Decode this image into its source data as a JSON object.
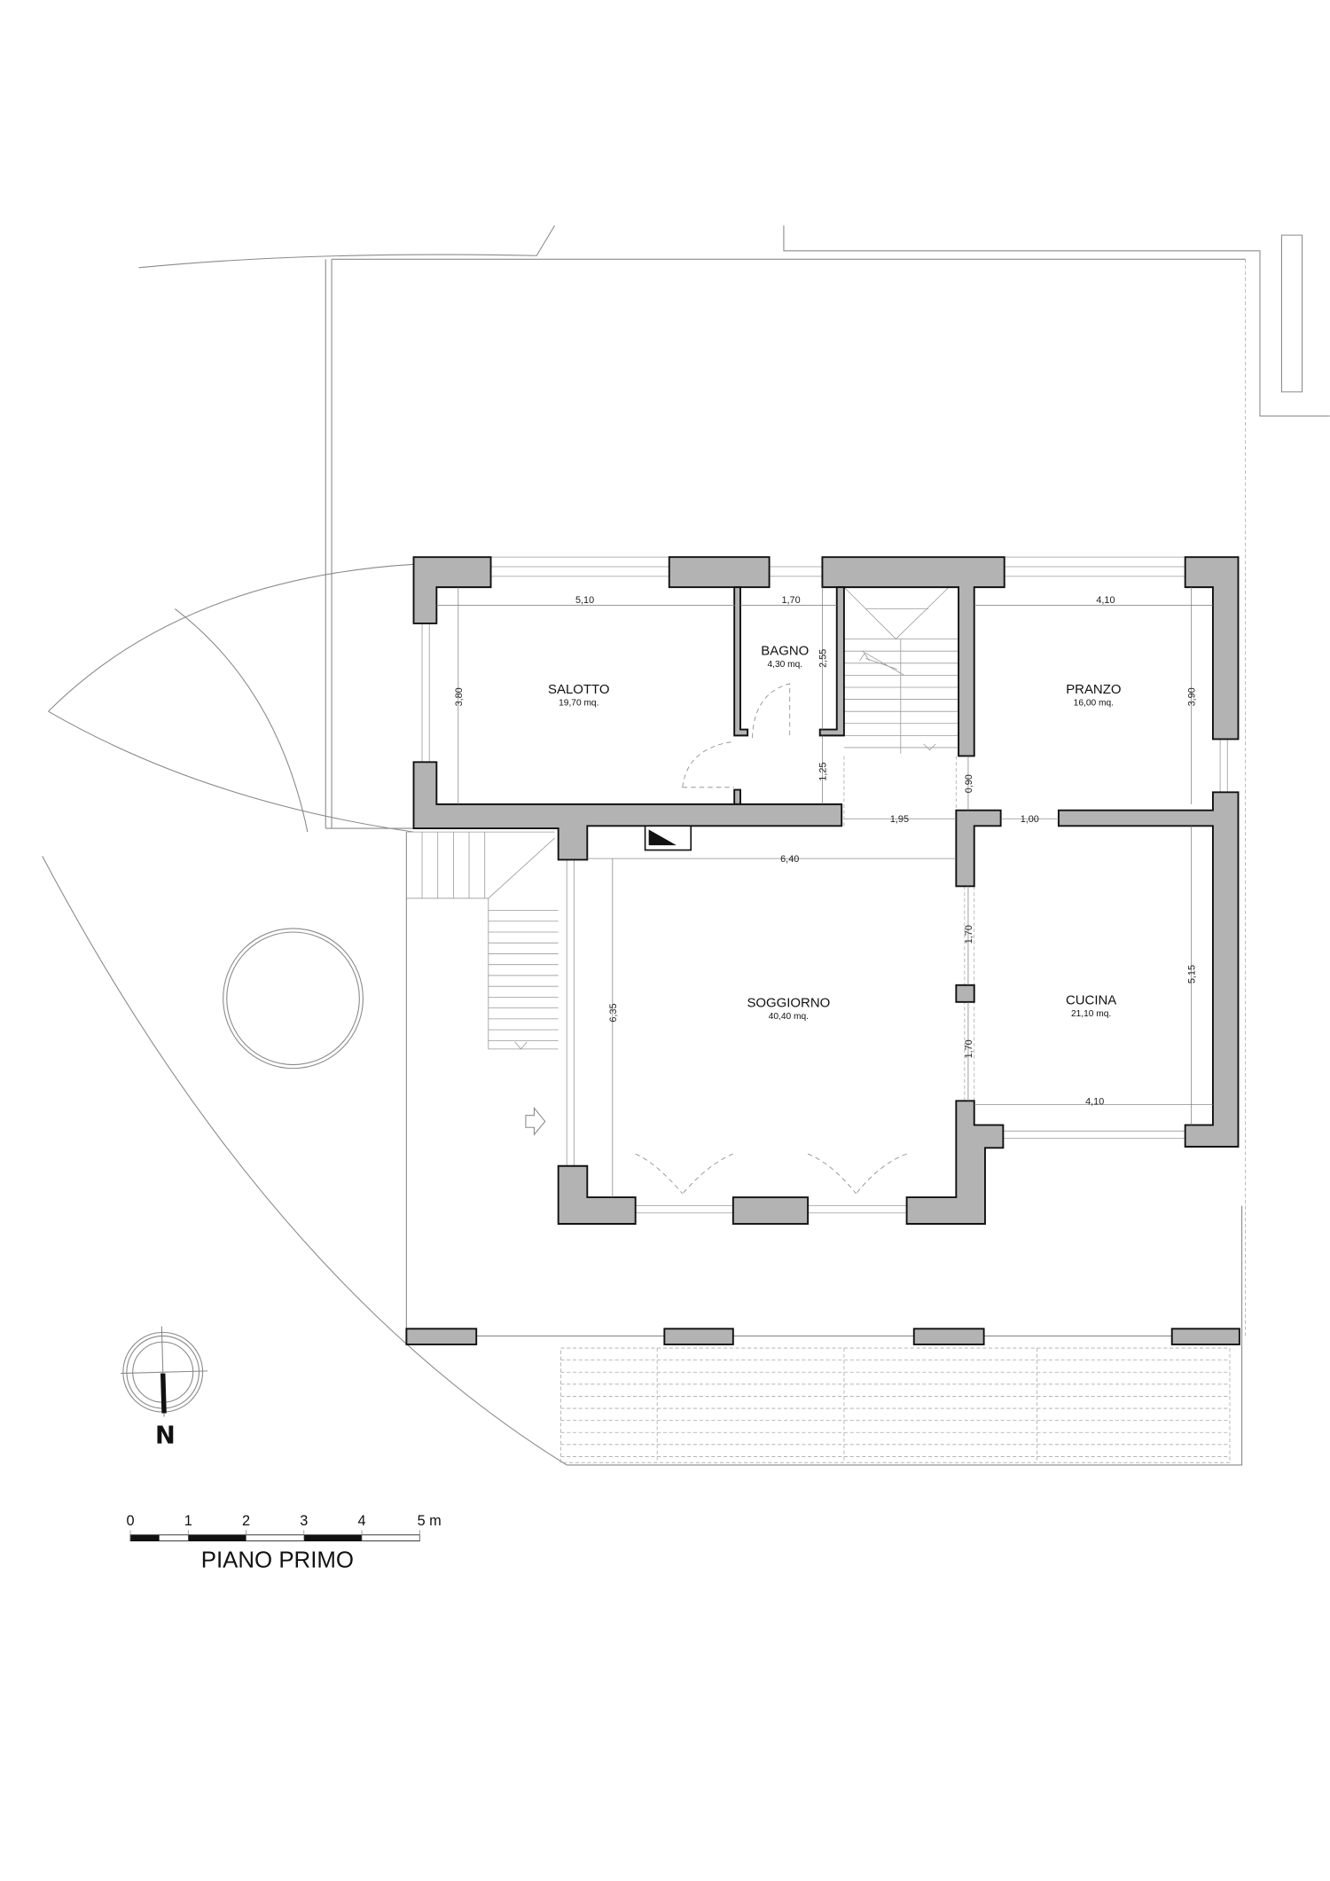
{
  "drawing": {
    "title": "PIANO PRIMO",
    "north_label": "N",
    "scale_bar": {
      "labels": [
        "0",
        "1",
        "2",
        "3",
        "4",
        "5 m"
      ],
      "unit": "m"
    }
  },
  "rooms": [
    {
      "name": "SALOTTO",
      "area": "19,70 mq."
    },
    {
      "name": "BAGNO",
      "area": "4,30 mq."
    },
    {
      "name": "PRANZO",
      "area": "16,00 mq."
    },
    {
      "name": "SOGGIORNO",
      "area": "40,40 mq."
    },
    {
      "name": "CUCINA",
      "area": "21,10 mq."
    }
  ],
  "dimensions": [
    "5,10",
    "1,70",
    "4,10",
    "3,80",
    "2,55",
    "1,25",
    "0,90",
    "3,90",
    "1,95",
    "1,00",
    "6,40",
    "6,35",
    "1,70",
    "1,70",
    "5,15",
    "4,10"
  ],
  "colors": {
    "wall_fill": "#b3b3b3",
    "line": "#111111"
  }
}
